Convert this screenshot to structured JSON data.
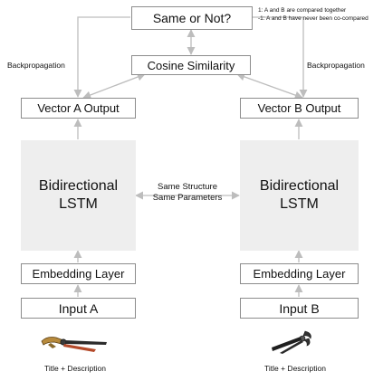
{
  "top": {
    "same_or_not": "Same or Not?",
    "note_line1": "1: A and B are compared together",
    "note_line2": "-1: A and B have never been co-compared"
  },
  "cosine": "Cosine Similarity",
  "backprop_left": "Backpropagation",
  "backprop_right": "Backpropagation",
  "left": {
    "vector_output": "Vector A Output",
    "lstm_line1": "Bidirectional",
    "lstm_line2": "LSTM",
    "embedding": "Embedding Layer",
    "input": "Input A",
    "caption": "Title + Description"
  },
  "right": {
    "vector_output": "Vector B Output",
    "lstm_line1": "Bidirectional",
    "lstm_line2": "LSTM",
    "embedding": "Embedding Layer",
    "input": "Input B",
    "caption": "Title + Description"
  },
  "shared": {
    "line1": "Same Structure",
    "line2": "Same Parameters"
  },
  "colors": {
    "box_border": "#8c8c8c",
    "lstm_block": "#eeeeee",
    "arrow": "#bdbdbd"
  },
  "icons": {
    "left_image": "pliers-icon",
    "right_image": "pliers-icon"
  }
}
